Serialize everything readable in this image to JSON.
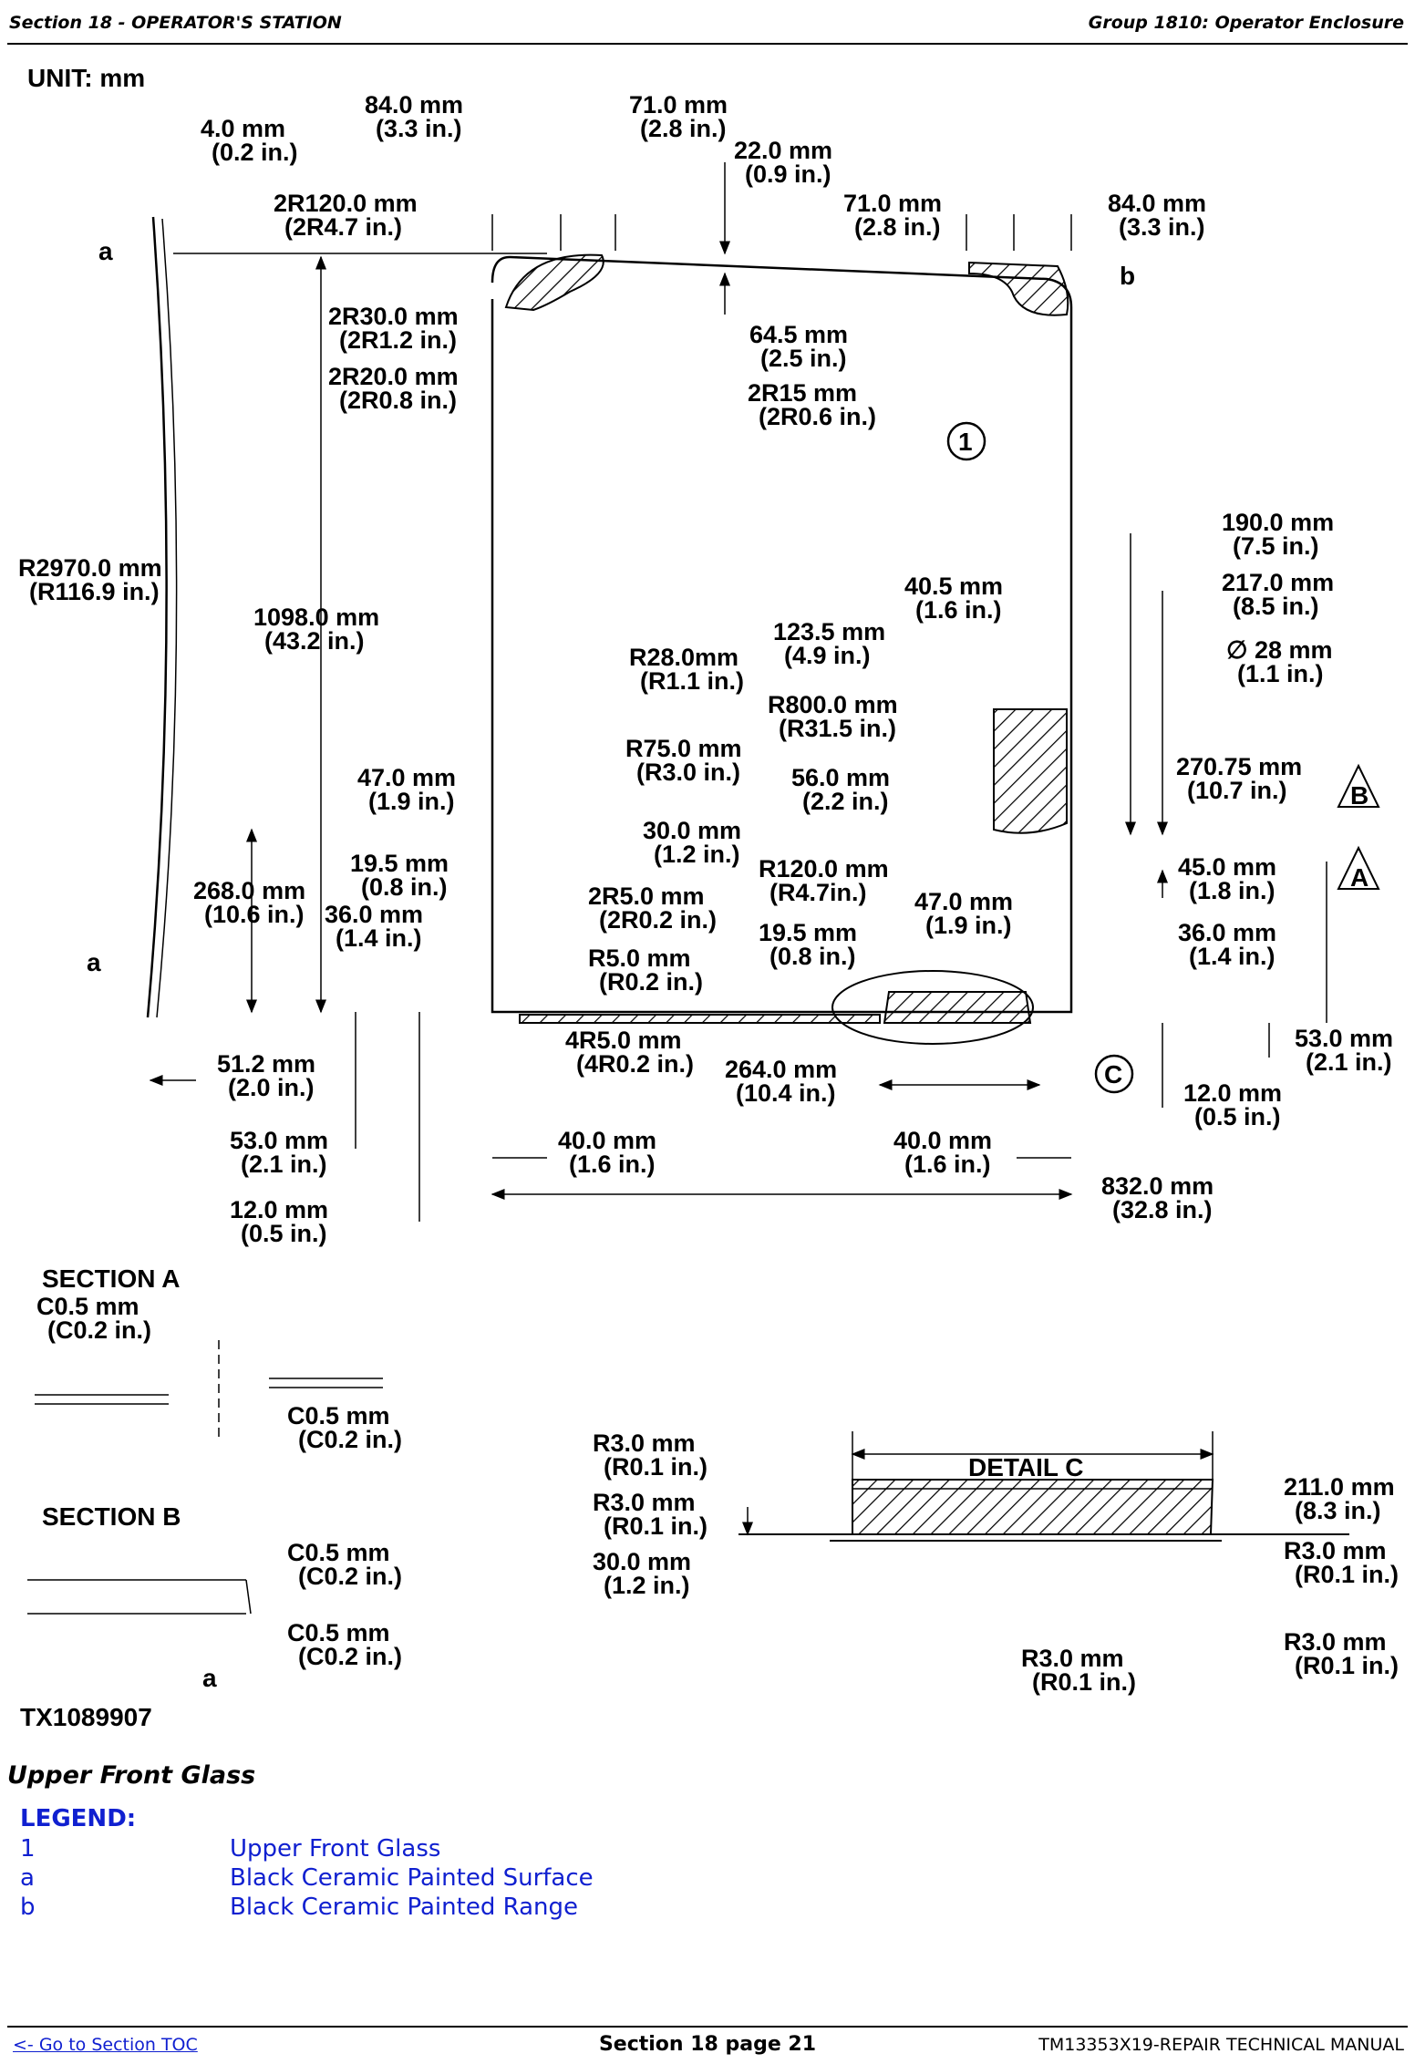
{
  "header": {
    "section": "Section 18 - OPERATOR'S STATION",
    "group": "Group 1810: Operator Enclosure"
  },
  "figure": {
    "unit_label": "UNIT: mm",
    "figure_id": "TX1089907",
    "section_a_title": "SECTION A",
    "section_b_title": "SECTION B",
    "detail_c_title": "DETAIL C",
    "callouts": {
      "a": "a",
      "b": "b",
      "c": "C",
      "one": "1",
      "sec_a": "A",
      "sec_b": "B"
    },
    "dims": {
      "d4": [
        "4.0 mm",
        "(0.2 in.)"
      ],
      "d84l": [
        "84.0 mm",
        "(3.3 in.)"
      ],
      "d71l": [
        "71.0 mm",
        "(2.8 in.)"
      ],
      "d22": [
        "22.0 mm",
        "(0.9 in.)"
      ],
      "d71r": [
        "71.0 mm",
        "(2.8 in.)"
      ],
      "d84r": [
        "84.0 mm",
        "(3.3 in.)"
      ],
      "r120top": [
        "2R120.0 mm",
        "(2R4.7 in.)"
      ],
      "r30": [
        "2R30.0 mm",
        "(2R1.2 in.)"
      ],
      "d645": [
        "64.5 mm",
        "(2.5 in.)"
      ],
      "r20": [
        "2R20.0 mm",
        "(2R0.8 in.)"
      ],
      "r15": [
        "2R15 mm",
        "(2R0.6 in.)"
      ],
      "r2970": [
        "R2970.0 mm",
        "(R116.9 in.)"
      ],
      "d1098": [
        "1098.0 mm",
        "(43.2 in.)"
      ],
      "d190": [
        "190.0 mm",
        "(7.5 in.)"
      ],
      "d217": [
        "217.0 mm",
        "(8.5 in.)"
      ],
      "d405": [
        "40.5 mm",
        "(1.6 in.)"
      ],
      "d1235": [
        "123.5 mm",
        "(4.9 in.)"
      ],
      "dia28": [
        "∅ 28 mm",
        "(1.1 in.)"
      ],
      "r28": [
        "R28.0mm",
        "(R1.1 in.)"
      ],
      "r800": [
        "R800.0 mm",
        "(R31.5 in.)"
      ],
      "r75": [
        "R75.0 mm",
        "(R3.0 in.)"
      ],
      "d56": [
        "56.0 mm",
        "(2.2 in.)"
      ],
      "d27075": [
        "270.75 mm",
        "(10.7 in.)"
      ],
      "d47l": [
        "47.0 mm",
        "(1.9 in.)"
      ],
      "d30": [
        "30.0 mm",
        "(1.2 in.)"
      ],
      "r120mid": [
        "R120.0 mm",
        "(R4.7in.)"
      ],
      "d45": [
        "45.0 mm",
        "(1.8 in.)"
      ],
      "d195l": [
        "19.5 mm",
        "(0.8 in.)"
      ],
      "d268": [
        "268.0 mm",
        "(10.6 in.)"
      ],
      "r5x2": [
        "2R5.0 mm",
        "(2R0.2 in.)"
      ],
      "d47r": [
        "47.0 mm",
        "(1.9 in.)"
      ],
      "d36l": [
        "36.0 mm",
        "(1.4 in.)"
      ],
      "d195r": [
        "19.5 mm",
        "(0.8 in.)"
      ],
      "d36r": [
        "36.0 mm",
        "(1.4 in.)"
      ],
      "r5": [
        "R5.0 mm",
        "(R0.2 in.)"
      ],
      "r4x5": [
        "4R5.0 mm",
        "(4R0.2 in.)"
      ],
      "d53r": [
        "53.0 mm",
        "(2.1 in.)"
      ],
      "d512": [
        "51.2 mm",
        "(2.0 in.)"
      ],
      "d264": [
        "264.0 mm",
        "(10.4 in.)"
      ],
      "d12r": [
        "12.0 mm",
        "(0.5 in.)"
      ],
      "d53l": [
        "53.0 mm",
        "(2.1 in.)"
      ],
      "d40l": [
        "40.0 mm",
        "(1.6 in.)"
      ],
      "d40r": [
        "40.0 mm",
        "(1.6 in.)"
      ],
      "d832": [
        "832.0 mm",
        "(32.8 in.)"
      ],
      "d12l": [
        "12.0 mm",
        "(0.5 in.)"
      ],
      "sa_c1": [
        "C0.5 mm",
        "(C0.2 in.)"
      ],
      "sa_c2": [
        "C0.5 mm",
        "(C0.2 in.)"
      ],
      "sb_c1": [
        "C0.5 mm",
        "(C0.2 in.)"
      ],
      "sb_c2": [
        "C0.5 mm",
        "(C0.2 in.)"
      ],
      "dc_r3a": [
        "R3.0 mm",
        "(R0.1 in.)"
      ],
      "dc_r3b": [
        "R3.0 mm",
        "(R0.1 in.)"
      ],
      "dc_30": [
        "30.0 mm",
        "(1.2 in.)"
      ],
      "dc_211": [
        "211.0 mm",
        "(8.3 in.)"
      ],
      "dc_r3c": [
        "R3.0 mm",
        "(R0.1 in.)"
      ],
      "dc_r3d": [
        "R3.0 mm",
        "(R0.1 in.)"
      ],
      "dc_r3e": [
        "R3.0 mm",
        "(R0.1 in.)"
      ]
    }
  },
  "caption": "Upper Front Glass",
  "legend": {
    "title": "LEGEND:",
    "items": [
      {
        "key": "1",
        "text": "Upper Front Glass"
      },
      {
        "key": "a",
        "text": "Black Ceramic Painted Surface"
      },
      {
        "key": "b",
        "text": "Black Ceramic Painted Range"
      }
    ]
  },
  "footer": {
    "toc_link": "<- Go to Section TOC",
    "page": "Section 18 page 21",
    "manual": "TM13353X19-REPAIR TECHNICAL MANUAL"
  }
}
